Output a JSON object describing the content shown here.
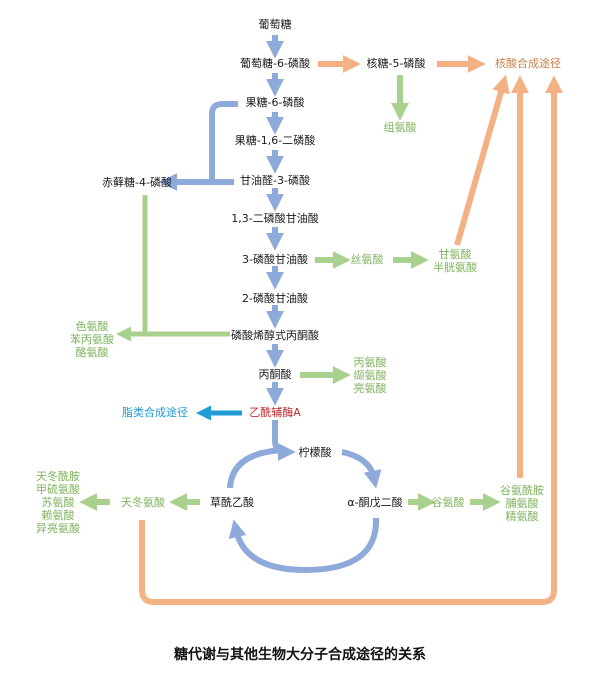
{
  "title": "糖代谢与其他生物大分子合成途径的关系",
  "colors": {
    "glycolysis": "#8eaadb",
    "amino_acid": "#a9d18e",
    "nucleic": "#f4b183",
    "lipid": "#1f9bd6",
    "acetyl_coa_text": "#c0272d"
  },
  "nodes": {
    "glucose": "葡萄糖",
    "g6p": "葡萄糖-6-磷酸",
    "f6p": "果糖-6-磷酸",
    "f16bp": "果糖-1,6-二磷酸",
    "g3p": "甘油醛-3-磷酸",
    "bpg13": "1,3-二磷酸甘油酸",
    "pg3": "3-磷酸甘油酸",
    "pg2": "2-磷酸甘油酸",
    "pep": "磷酸烯醇式丙酮酸",
    "pyruvate": "丙酮酸",
    "acetyl_coa": "乙酰辅酶A",
    "citrate": "柠檬酸",
    "akg": "α-酮戊二酸",
    "oxaloacetate": "草酰乙酸",
    "r5p": "核糖-5-磷酸",
    "e4p": "赤藓糖-4-磷酸",
    "nucleic_pathway": "核酸合成途径",
    "lipid_pathway": "脂类合成途径",
    "histidine": "组氨酸",
    "serine": "丝氨酸",
    "gly_cys": [
      "甘氨酸",
      "半胱氨酸"
    ],
    "aromatic": [
      "色氨酸",
      "苯丙氨酸",
      "酪氨酸"
    ],
    "pyruvate_family": [
      "丙氨酸",
      "缬氨酸",
      "亮氨酸"
    ],
    "aspartate": "天冬氨酸",
    "aspartate_family": [
      "天冬酰胺",
      "甲硫氨酸",
      "苏氨酸",
      "赖氨酸",
      "异亮氨酸"
    ],
    "glutamate": "谷氨酸",
    "glutamate_family": [
      "谷氨酰胺",
      "脯氨酸",
      "精氨酸"
    ]
  }
}
